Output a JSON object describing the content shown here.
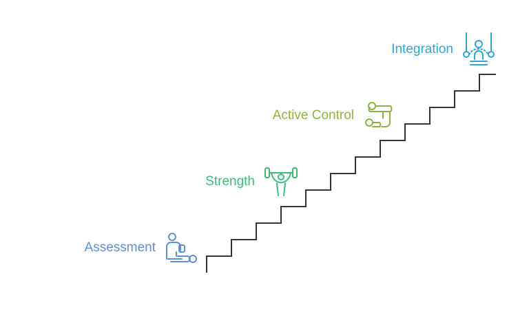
{
  "steps": [
    {
      "label": "Assessment",
      "color": "#5b8fd6",
      "icon": "therapist-patient-icon"
    },
    {
      "label": "Strength",
      "color": "#3dbb79",
      "icon": "weightlifter-icon"
    },
    {
      "label": "Active Control",
      "color": "#8cb43c",
      "icon": "plank-exercise-icon"
    },
    {
      "label": "Integration",
      "color": "#2ba6d6",
      "icon": "gymnast-rings-icon"
    }
  ],
  "staircase_color": "#333333"
}
